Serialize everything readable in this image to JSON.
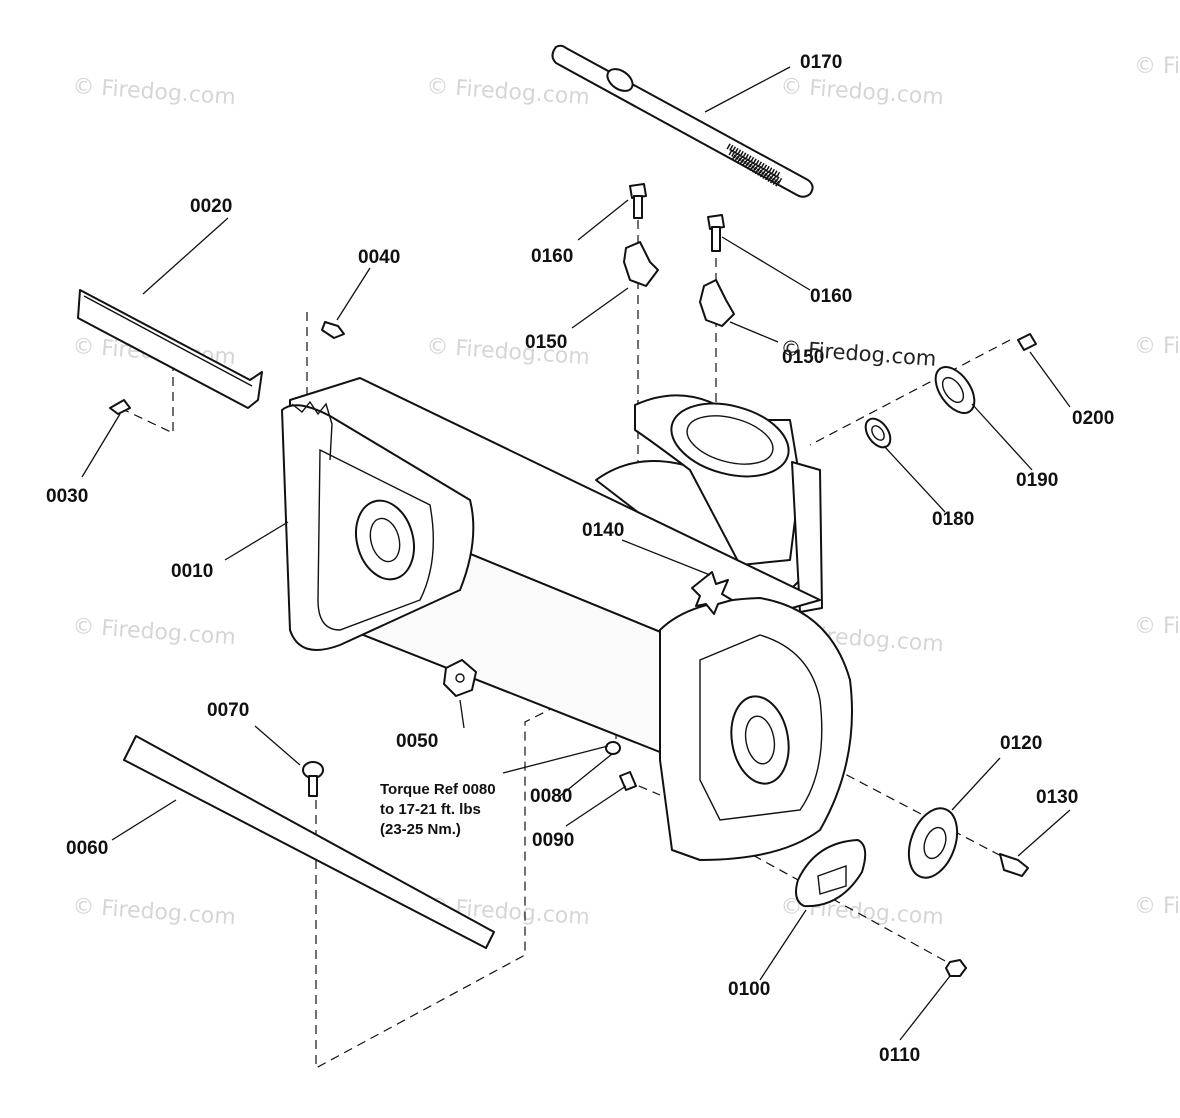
{
  "watermark_text": "© Firedog.com",
  "overlay_watermark": "© Firedog.com",
  "parts": [
    {
      "id": "p0010",
      "label": "0010"
    },
    {
      "id": "p0020",
      "label": "0020"
    },
    {
      "id": "p0030",
      "label": "0030"
    },
    {
      "id": "p0040",
      "label": "0040"
    },
    {
      "id": "p0050",
      "label": "0050"
    },
    {
      "id": "p0060",
      "label": "0060"
    },
    {
      "id": "p0070",
      "label": "0070"
    },
    {
      "id": "p0080",
      "label": "0080"
    },
    {
      "id": "p0090",
      "label": "0090"
    },
    {
      "id": "p0100",
      "label": "0100"
    },
    {
      "id": "p0110",
      "label": "0110"
    },
    {
      "id": "p0120",
      "label": "0120"
    },
    {
      "id": "p0130",
      "label": "0130"
    },
    {
      "id": "p0140",
      "label": "0140"
    },
    {
      "id": "p0150a",
      "label": "0150"
    },
    {
      "id": "p0150b",
      "label": "0150"
    },
    {
      "id": "p0160a",
      "label": "0160"
    },
    {
      "id": "p0160b",
      "label": "0160"
    },
    {
      "id": "p0170",
      "label": "0170"
    },
    {
      "id": "p0180",
      "label": "0180"
    },
    {
      "id": "p0190",
      "label": "0190"
    },
    {
      "id": "p0200",
      "label": "0200"
    }
  ],
  "torque_note": {
    "line1": "Torque Ref 0080",
    "line2": "to 17-21 ft. lbs",
    "line3": "(23-25 Nm.)"
  }
}
